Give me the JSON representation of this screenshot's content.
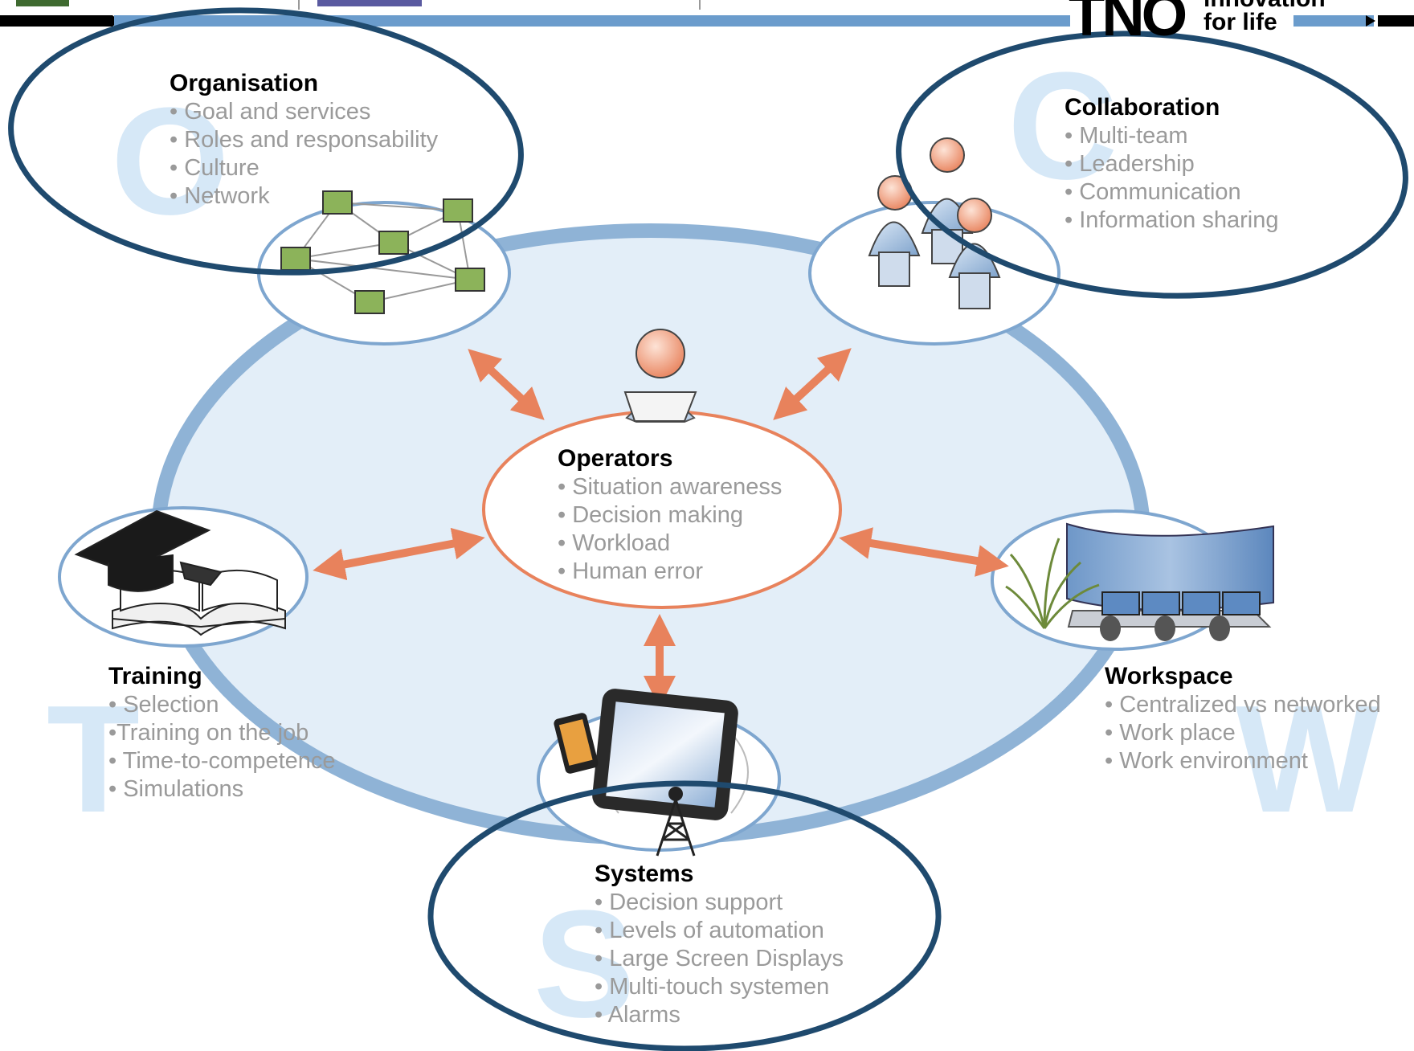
{
  "logo": {
    "brand": "TNO",
    "tagline_1": "innovation",
    "tagline_2": "for life"
  },
  "center": {
    "title": "Operators",
    "items": [
      "• Situation awareness",
      "• Decision making",
      "• Workload",
      "• Human error"
    ]
  },
  "organisation": {
    "letter": "O",
    "title": "Organisation",
    "items": [
      "• Goal and services",
      "• Roles and responsability",
      "• Culture",
      "• Network"
    ]
  },
  "collaboration": {
    "letter": "C",
    "title": "Collaboration",
    "items": [
      "• Multi-team",
      "• Leadership",
      "• Communication",
      "• Information sharing"
    ]
  },
  "training": {
    "letter": "T",
    "title": "Training",
    "items": [
      "• Selection",
      "•Training on the job",
      "• Time-to-competence",
      "• Simulations"
    ]
  },
  "workspace": {
    "letter": "W",
    "title": "Workspace",
    "items": [
      "• Centralized vs networked",
      "• Work place",
      "• Work environment"
    ]
  },
  "systems": {
    "letter": "S",
    "title": "Systems",
    "items": [
      "• Decision support",
      "• Levels of automation",
      "• Large Screen Displays",
      "• Multi-touch systemen",
      "• Alarms"
    ]
  },
  "colors": {
    "ring": "#8fb3d6",
    "fill": "#e3eef8",
    "highlight": "#1f4a6e",
    "arrow": "#e8825c",
    "center_border": "#e8825c",
    "network_node": "#8cb35a",
    "letter": "#d6e8f7"
  }
}
